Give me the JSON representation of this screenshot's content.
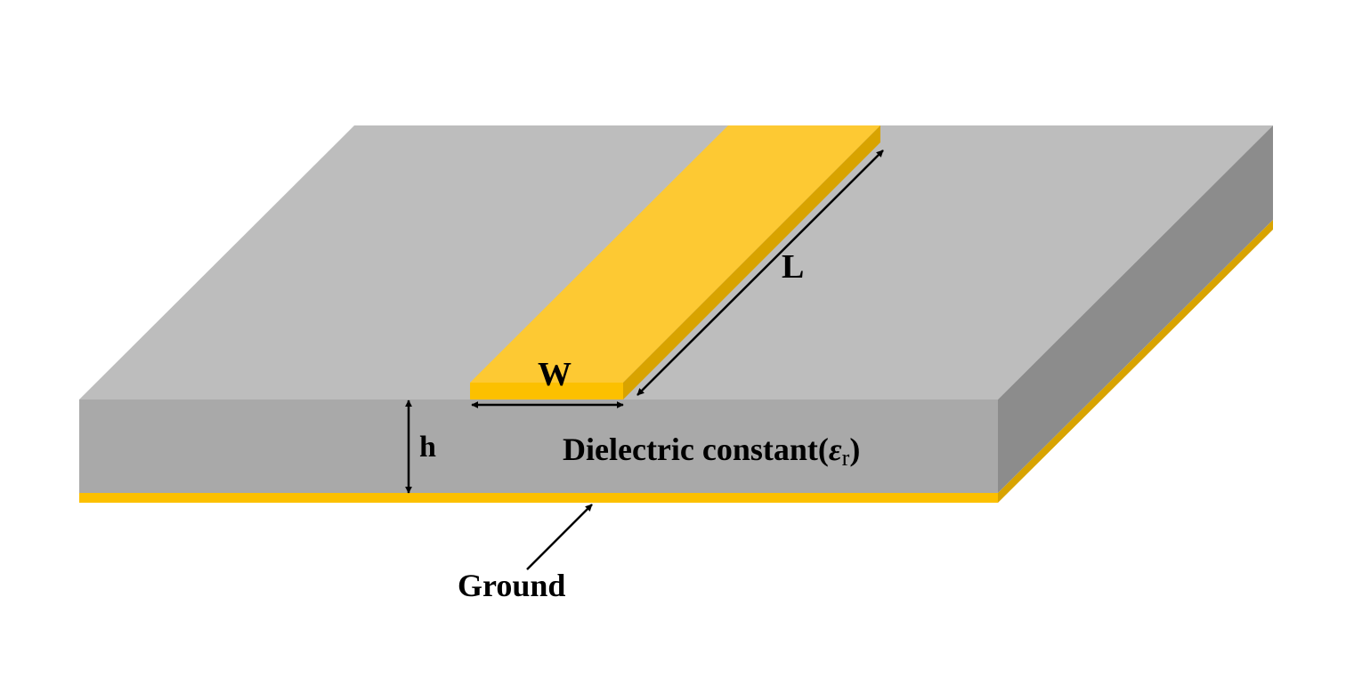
{
  "diagram": {
    "labels": {
      "length": "L",
      "width": "W",
      "height": "h",
      "dielectric_prefix": "Dielectric constant(",
      "epsilon_symbol": "ε",
      "epsilon_subscript": "r",
      "dielectric_suffix": ")",
      "ground": "Ground"
    },
    "colors": {
      "substrate_top": "#bdbdbd",
      "substrate_front": "#a9a9a9",
      "substrate_side": "#8c8c8c",
      "strip_top": "#fdc933",
      "strip_front": "#fcc000",
      "strip_side": "#d8a300",
      "ground_plane": "#fcc000",
      "ground_edge": "#d8a300",
      "arrows": "#000000"
    }
  }
}
